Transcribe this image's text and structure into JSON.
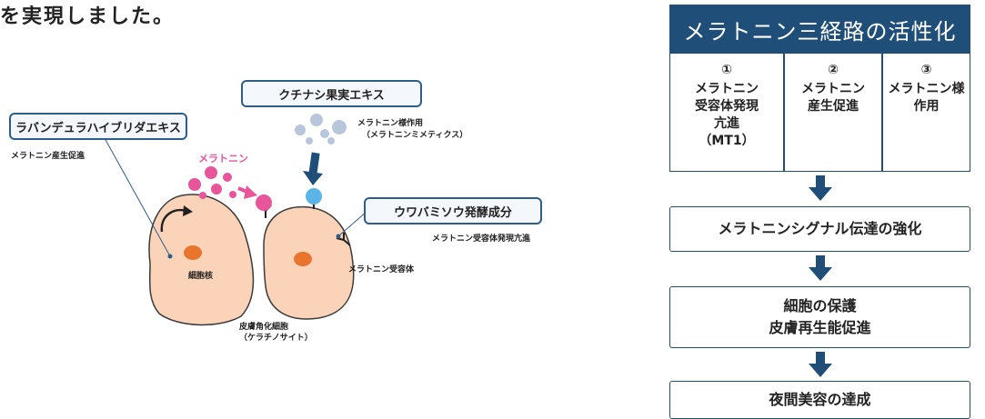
{
  "heading": "を実現しました。",
  "diagram": {
    "lavender_box": "ラバンデュラハイブリダエキス",
    "lavender_note": "メラトニン産生促進",
    "kuchinashi_box": "クチナシ果実エキス",
    "kuchinashi_note_1": "メラトニン様作用",
    "kuchinashi_note_2": "（メラトニンミメティクス）",
    "melatonin_label": "メラトニン",
    "uwabami_box": "ウワバミソウ発酵成分",
    "uwabami_note": "メラトニン受容体発現亢進",
    "nucleus_label": "細胞核",
    "receptor_label": "メラトニン受容体",
    "cell_label_1": "皮膚角化細胞",
    "cell_label_2": "（ケラチノサイト）",
    "colors": {
      "cell_fill": "#fbd3b8",
      "cell_stroke": "#3b3b3b",
      "nucleus": "#e8742e",
      "pink": "#e8559b",
      "blue_dot": "#5ab4e6",
      "gray_dot": "#b8c6dc",
      "box_border": "#2f5d8a",
      "arrow_blue": "#1f4e79"
    }
  },
  "flow": {
    "header": "メラトニン三経路の活性化",
    "columns": [
      {
        "num": "①",
        "text": "メラトニン\n受容体発現\n亢進\n（MT1）"
      },
      {
        "num": "②",
        "text": "メラトニン\n産生促進"
      },
      {
        "num": "③",
        "text": "メラトニン様\n作用"
      }
    ],
    "step2": "メラトニンシグナル伝達の強化",
    "step3": "細胞の保護\n皮膚再生能促進",
    "step4": "夜間美容の達成",
    "colors": {
      "navy": "#1f4e79"
    }
  }
}
